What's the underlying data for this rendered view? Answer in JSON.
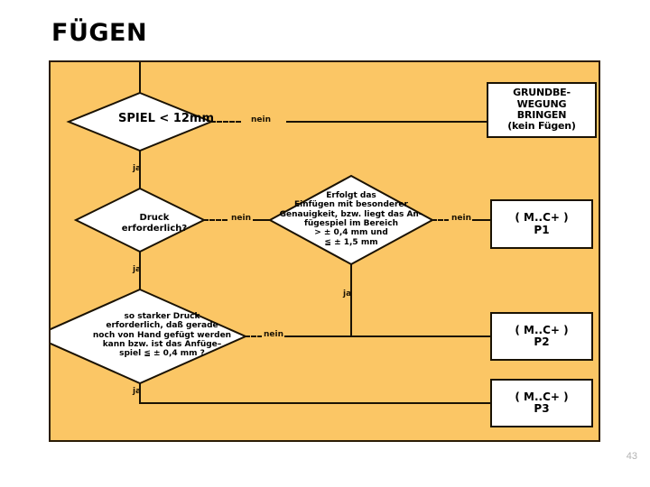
{
  "slide": {
    "title": "FÜGEN",
    "page_number": "43",
    "panel_color": "#FBC665",
    "line_color": "#1a1203"
  },
  "chart_data": {
    "type": "diagram",
    "title": "FÜGEN",
    "nodes": [
      {
        "id": "d1",
        "shape": "diamond",
        "text": "SPIEL < 12mm"
      },
      {
        "id": "d2",
        "shape": "diamond",
        "lines": [
          "Druck",
          "erforderlich?"
        ]
      },
      {
        "id": "d3",
        "shape": "diamond",
        "lines": [
          "Erfolgt das",
          "Einfügen mit besonderer",
          "Genauigkeit, bzw. liegt das An–",
          "fügespiel im Bereich",
          "> ± 0,4 mm und",
          "≦ ± 1,5 mm"
        ]
      },
      {
        "id": "d4",
        "shape": "diamond",
        "lines": [
          "so starker Druck",
          "erforderlich, daß gerade",
          "noch von Hand gefügt werden",
          "kann bzw. ist das Anfüge–",
          "spiel ≦ ± 0,4 mm ?"
        ]
      },
      {
        "id": "b1",
        "shape": "box",
        "lines": [
          "GRUNDBE-",
          "WEGUNG",
          "BRINGEN",
          "(kein Fügen)"
        ]
      },
      {
        "id": "b2",
        "shape": "box",
        "lines": [
          "( M..C+ )",
          "P1"
        ]
      },
      {
        "id": "b3",
        "shape": "box",
        "lines": [
          "( M..C+ )",
          "P2"
        ]
      },
      {
        "id": "b4",
        "shape": "box",
        "lines": [
          "( M..C+ )",
          "P3"
        ]
      }
    ],
    "edges": [
      {
        "from": "d1",
        "to": "b1",
        "label": "nein"
      },
      {
        "from": "d1",
        "to": "d2",
        "label": "ja"
      },
      {
        "from": "d2",
        "to": "d3",
        "label": "nein"
      },
      {
        "from": "d2",
        "to": "d4",
        "label": "ja"
      },
      {
        "from": "d3",
        "to": "b2",
        "label": "nein"
      },
      {
        "from": "d3",
        "to": "b3",
        "label": "ja"
      },
      {
        "from": "d4",
        "to": "b3",
        "label": "nein"
      },
      {
        "from": "d4",
        "to": "b4",
        "label": "ja"
      }
    ]
  },
  "labels": {
    "d1_nein": "nein",
    "d1_ja": "ja",
    "d2_nein": "nein",
    "d2_ja": "ja",
    "d3_nein": "nein",
    "d3_ja": "ja",
    "d4_nein": "nein",
    "d4_ja": "ja"
  },
  "diamonds": {
    "spiel": {
      "text": "SPIEL < 12mm"
    },
    "druck": {
      "line1": "Druck",
      "line2": "erforderlich?"
    },
    "erfolgt": {
      "line1": "Erfolgt das",
      "line2": "Einfügen mit besonderer",
      "line3": "Genauigkeit, bzw. liegt das An–",
      "line4": "fügespiel im Bereich",
      "line5": "> ± 0,4 mm und",
      "line6": "≦ ± 1,5 mm"
    },
    "starker": {
      "line1": "so starker Druck",
      "line2": "erforderlich, daß gerade",
      "line3": "noch von Hand gefügt werden",
      "line4": "kann bzw. ist das Anfüge–",
      "line5": "spiel ≦ ± 0,4 mm ?"
    }
  },
  "boxes": {
    "grundbewegung": {
      "line1": "GRUNDBE-",
      "line2": "WEGUNG",
      "line3": "BRINGEN",
      "line4": "(kein Fügen)"
    },
    "p1": {
      "line1": "( M..C+ )",
      "line2": "P1"
    },
    "p2": {
      "line1": "( M..C+ )",
      "line2": "P2"
    },
    "p3": {
      "line1": "( M..C+ )",
      "line2": "P3"
    }
  }
}
